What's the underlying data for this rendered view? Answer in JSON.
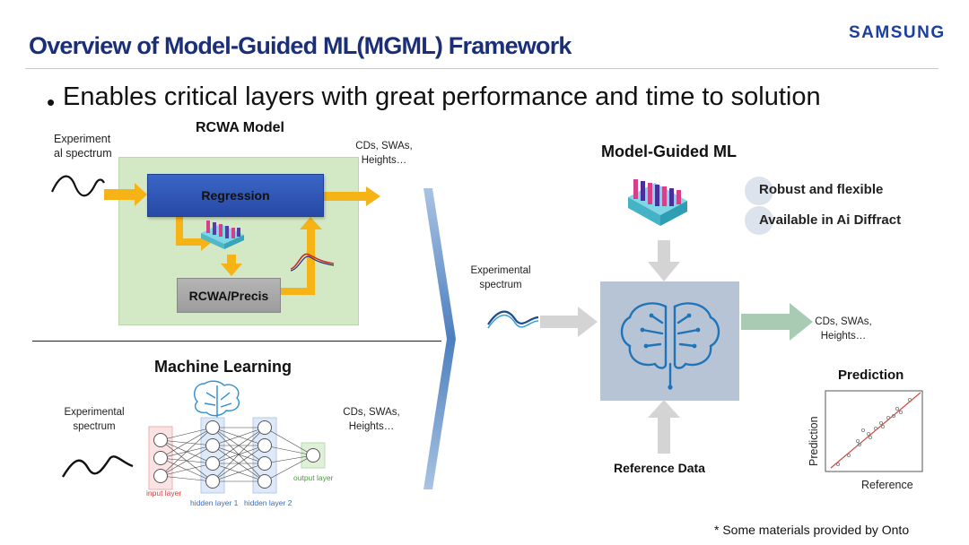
{
  "slide": {
    "title": "Overview of Model-Guided ML(MGML) Framework",
    "brand": "SAMSUNG",
    "bullet": "Enables critical layers with great performance and time to solution",
    "footnote": "* Some materials provided by Onto"
  },
  "rcwa": {
    "heading": "RCWA Model",
    "input_label_1": "Experiment",
    "input_label_2": "al spectrum",
    "regression": "Regression",
    "rcwa_box": "RCWA/Precis",
    "output_label_1": "CDs, SWAs,",
    "output_label_2": "Heights…"
  },
  "ml": {
    "heading": "Machine Learning",
    "input_label_1": "Experimental",
    "input_label_2": "spectrum",
    "input_layer": "input layer",
    "hidden_layer_1": "hidden layer 1",
    "hidden_layer_2": "hidden layer 2",
    "output_layer": "output layer",
    "output_label_1": "CDs, SWAs,",
    "output_label_2": "Heights…"
  },
  "mgml": {
    "heading": "Model-Guided ML",
    "input_label_1": "Experimental",
    "input_label_2": "spectrum",
    "feature_1": "Robust and flexible",
    "feature_2": "Available in Ai Diffract",
    "output_label_1": "CDs, SWAs,",
    "output_label_2": "Heights…",
    "reference_data": "Reference Data"
  },
  "prediction_plot": {
    "heading": "Prediction",
    "xlabel": "Reference",
    "ylabel": "Prediction"
  },
  "colors": {
    "title": "#1b2f78",
    "brand": "#1b3fa0",
    "arrow_orange": "#f5b316",
    "regression_blue": "#2f57b8",
    "green_panel": "#d3e9c6",
    "gray_box": "#a8a8a8",
    "brain_panel": "#b7c4d6",
    "output_arrow": "#a9cbb4"
  }
}
